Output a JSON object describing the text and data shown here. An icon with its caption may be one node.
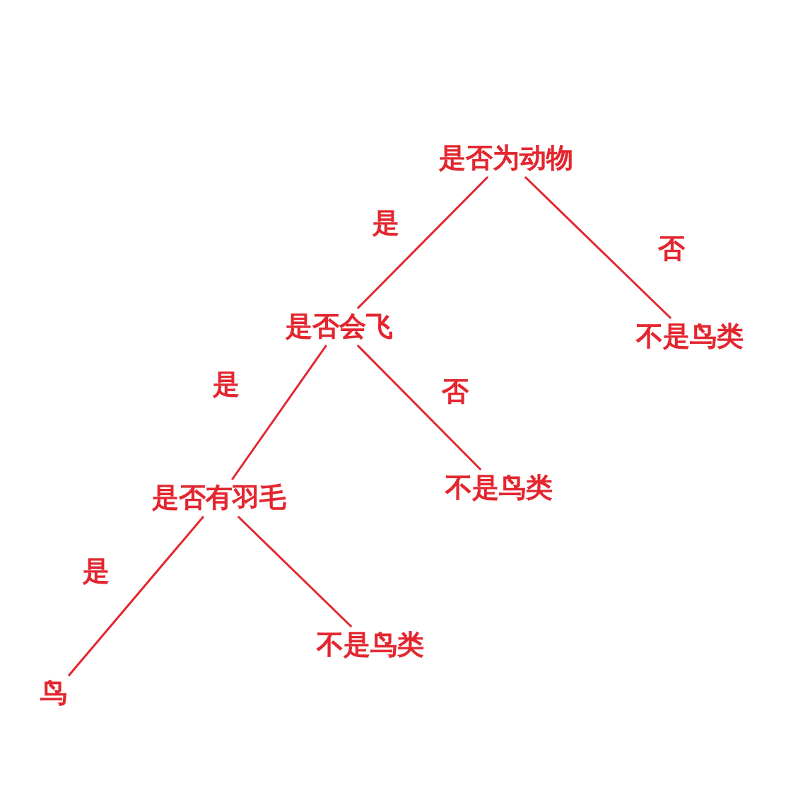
{
  "diagram": {
    "nodes": [
      {
        "text": [
          "是否为动物"
        ]
      },
      {
        "text": [
          "是否会飞"
        ]
      },
      {
        "text": [
          "不是鸟类"
        ]
      },
      {
        "text": [
          "是否有羽毛"
        ]
      },
      {
        "text": [
          "不是鸟类"
        ]
      },
      {
        "text": [
          "鸟"
        ]
      },
      {
        "text": [
          "不是鸟类"
        ]
      }
    ],
    "edges": [
      {
        "from": 0,
        "to": 1,
        "arrow": "none",
        "label": "是"
      },
      {
        "from": 0,
        "to": 2,
        "arrow": "none",
        "label": "否"
      },
      {
        "from": 1,
        "to": 3,
        "arrow": "none",
        "label": "是"
      },
      {
        "from": 1,
        "to": 4,
        "arrow": "none",
        "label": "否"
      },
      {
        "from": 3,
        "to": 5,
        "arrow": "none",
        "label": "是"
      },
      {
        "from": 3,
        "to": 6,
        "arrow": "none"
      }
    ]
  }
}
